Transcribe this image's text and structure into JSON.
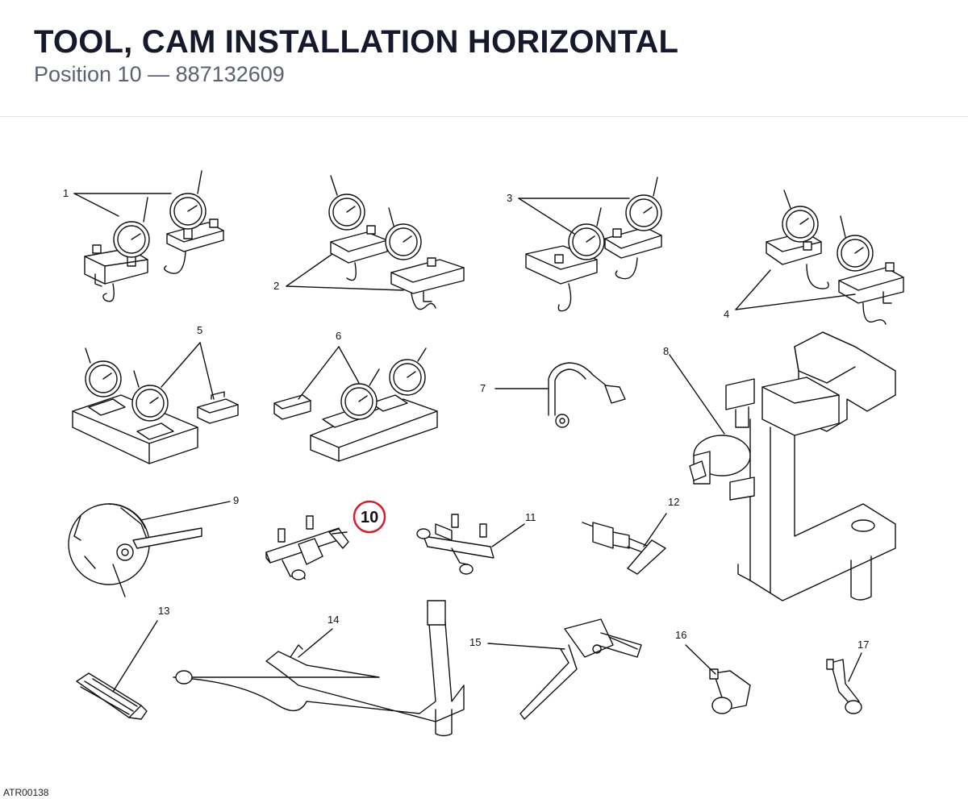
{
  "header": {
    "title": "TOOL, CAM INSTALLATION HORIZONTAL",
    "subtitle_position": "Position 10",
    "subtitle_separator": "—",
    "subtitle_part_number": "887132609"
  },
  "diagram": {
    "callouts": [
      "1",
      "2",
      "3",
      "4",
      "5",
      "6",
      "7",
      "8",
      "9",
      "10",
      "11",
      "12",
      "13",
      "14",
      "15",
      "16",
      "17"
    ],
    "highlighted_callout": "10",
    "highlight_color": "#d0202e"
  },
  "footer": {
    "drawing_code": "ATR00138"
  }
}
